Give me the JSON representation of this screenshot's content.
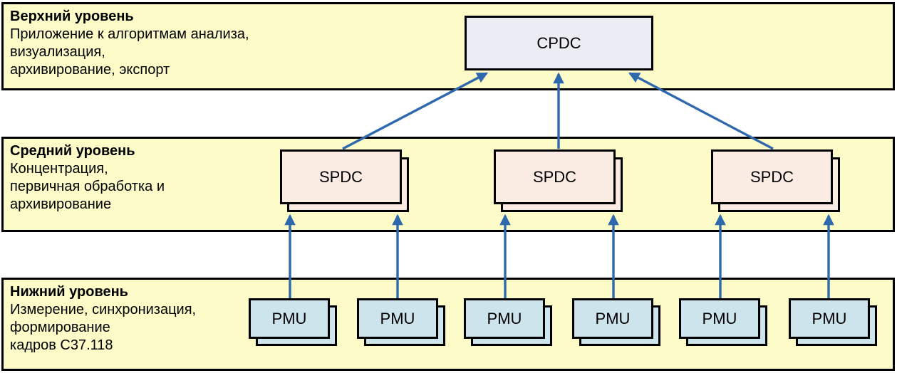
{
  "diagram": {
    "levels": [
      {
        "id": "upper",
        "title": "Верхний уровень",
        "lines": [
          "Приложение к алгоритмам анализа,",
          "визуализация,",
          "архивирование, экспорт"
        ]
      },
      {
        "id": "middle",
        "title": "Средний уровень",
        "lines": [
          "Концентрация,",
          "первичная обработка и",
          "архивирование"
        ]
      },
      {
        "id": "lower",
        "title": "Нижний уровень",
        "lines": [
          "Измерение, синхронизация,",
          "формирование",
          "кадров C37.118"
        ]
      }
    ],
    "nodes": {
      "cpdc": "CPDC",
      "spdc": [
        "SPDC",
        "SPDC",
        "SPDC"
      ],
      "pmu": [
        "PMU",
        "PMU",
        "PMU",
        "PMU",
        "PMU",
        "PMU"
      ]
    },
    "edges": [
      {
        "from": "pmu-1",
        "to": "spdc-1"
      },
      {
        "from": "pmu-2",
        "to": "spdc-1"
      },
      {
        "from": "pmu-3",
        "to": "spdc-2"
      },
      {
        "from": "pmu-4",
        "to": "spdc-2"
      },
      {
        "from": "pmu-5",
        "to": "spdc-3"
      },
      {
        "from": "pmu-6",
        "to": "spdc-3"
      },
      {
        "from": "spdc-1",
        "to": "cpdc"
      },
      {
        "from": "spdc-2",
        "to": "cpdc"
      },
      {
        "from": "spdc-3",
        "to": "cpdc"
      }
    ],
    "colors": {
      "band_fill": "#fdfcc8",
      "cpdc_fill": "#ececf4",
      "spdc_fill": "#faece2",
      "pmu_fill": "#cee4ed",
      "arrow": "#2e68ad",
      "border": "#000000"
    }
  }
}
